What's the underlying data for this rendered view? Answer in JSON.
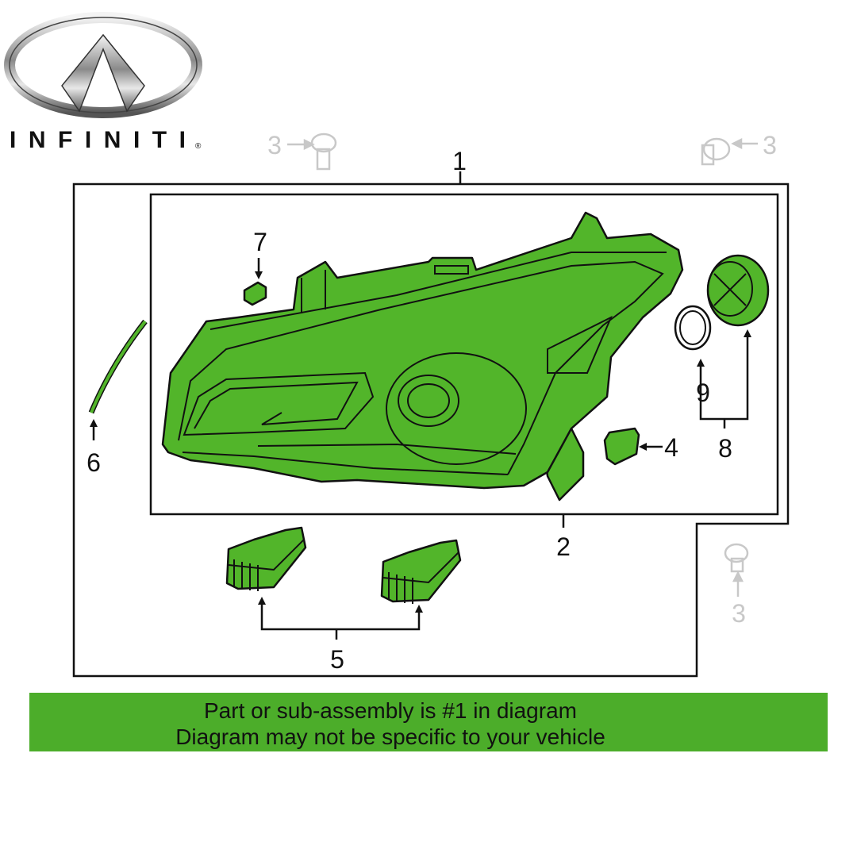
{
  "brand": {
    "name": "INFINITI",
    "registered_mark": "®"
  },
  "callouts": {
    "p1": "1",
    "p2": "2",
    "p3a": "3",
    "p3b": "3",
    "p3c": "3",
    "p4": "4",
    "p5": "5",
    "p6": "6",
    "p7": "7",
    "p8": "8",
    "p9": "9"
  },
  "banner": {
    "line1": "Part or sub-assembly is #1 in diagram",
    "line2": "Diagram may not be specific to your vehicle"
  },
  "colors": {
    "highlight": "#52b52a",
    "banner": "#4cad2a"
  }
}
